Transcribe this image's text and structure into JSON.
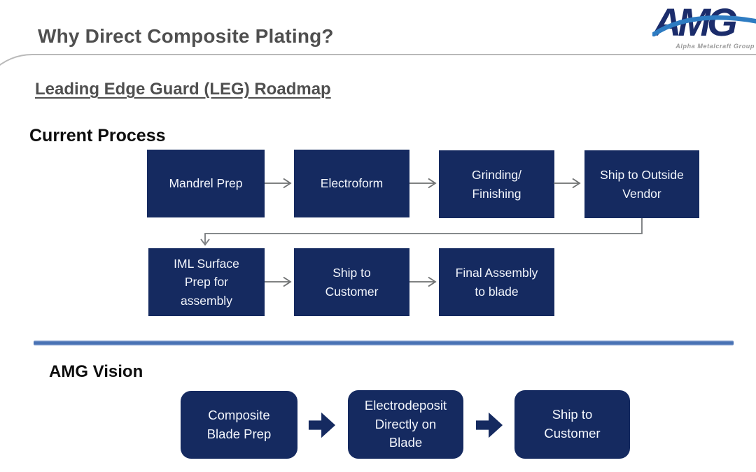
{
  "slide": {
    "title": "Why Direct Composite Plating?",
    "subtitle": "Leading Edge Guard (LEG) Roadmap",
    "logo": {
      "text": "AMG",
      "tagline": "Alpha Metalcraft Group"
    },
    "colors": {
      "box_navy": "#152A60",
      "divider_blue": "#4A73B5",
      "arrow_gray": "#6E7071",
      "heading_gray": "#4F4F4F",
      "logo_navy": "#1B2C6B",
      "logo_swoosh_blue": "#2E7CC2"
    }
  },
  "current_process": {
    "heading": "Current Process",
    "row1": [
      "Mandrel Prep",
      "Electroform",
      "Grinding/\nFinishing",
      "Ship to Outside\nVendor"
    ],
    "row2": [
      "IML Surface\nPrep for\nassembly",
      "Ship to\nCustomer",
      "Final Assembly\nto blade"
    ]
  },
  "amg_vision": {
    "heading": "AMG Vision",
    "steps": [
      "Composite\nBlade Prep",
      "Electrodeposit\nDirectly on\nBlade",
      "Ship to\nCustomer"
    ]
  }
}
